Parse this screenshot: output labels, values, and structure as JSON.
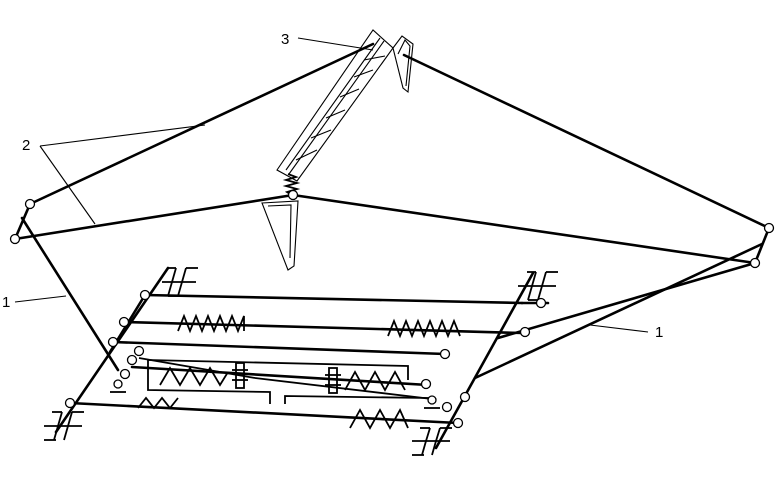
{
  "callouts": {
    "label_1_left": "1",
    "label_1_right": "1",
    "label_2": "2",
    "label_3": "3"
  },
  "parts": [
    "frame-cables",
    "suspension-cables",
    "crane-boom",
    "spring",
    "platform",
    "anchors",
    "springs"
  ],
  "colors": {
    "line": "#000000",
    "background": "#ffffff"
  }
}
